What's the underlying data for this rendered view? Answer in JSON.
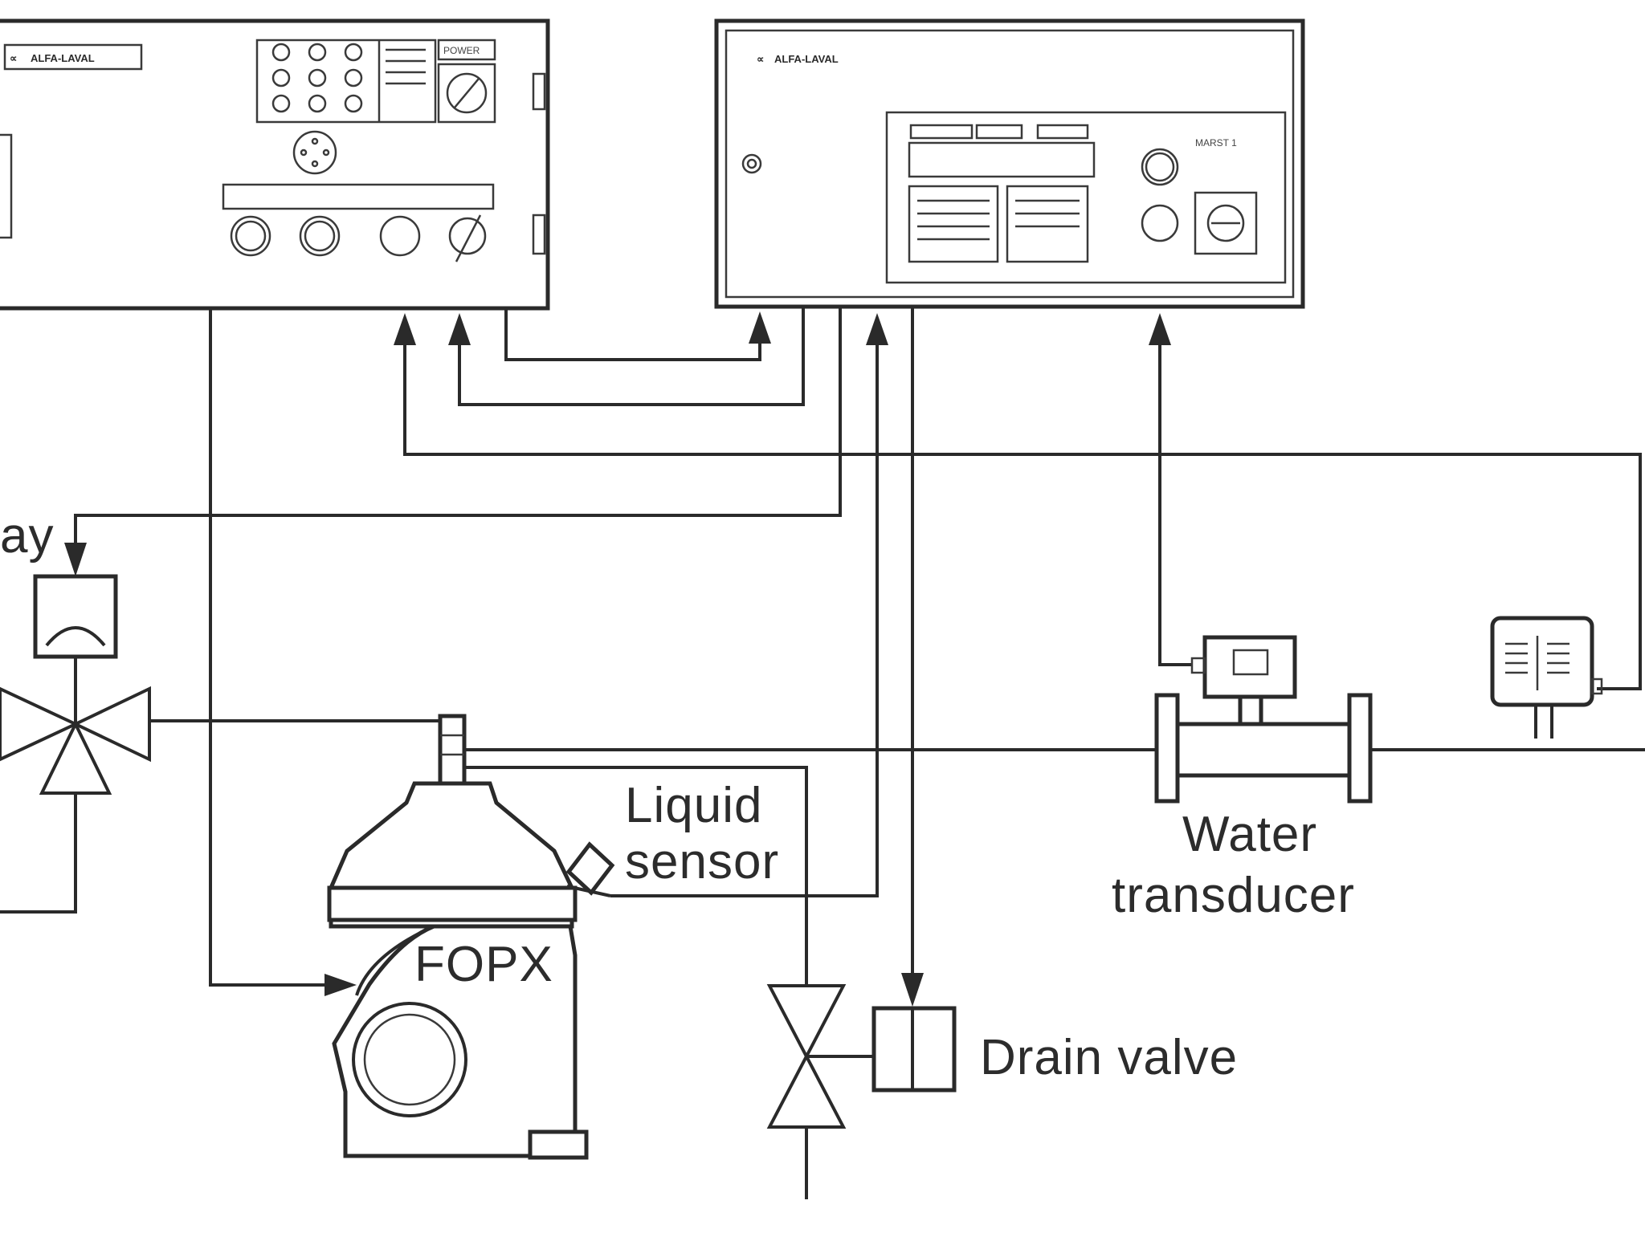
{
  "panels": {
    "left_logo": "ALFA-LAVAL",
    "left_power": "POWER",
    "right_logo": "ALFA-LAVAL",
    "right_model": "MARST 1"
  },
  "labels": {
    "relay_partial": "ay",
    "liquid_sensor_line1": "Liquid",
    "liquid_sensor_line2": "sensor",
    "separator": "FOPX",
    "water_transducer_line1": "Water",
    "water_transducer_line2": "transducer",
    "drain_valve": "Drain valve"
  }
}
